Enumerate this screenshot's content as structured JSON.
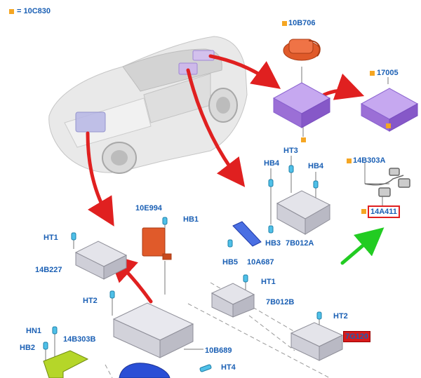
{
  "legend": {
    "text": "= 10C830",
    "color": "#f5a623"
  },
  "labels": {
    "b10B706": "10B706",
    "b17005": "17005",
    "b14B303A": "14B303A",
    "b14A411": "14A411",
    "hb4a": "HB4",
    "ht3": "HT3",
    "hb4b": "HB4",
    "e10E994": "10E994",
    "hb1": "HB1",
    "ht1a": "HT1",
    "b14B227": "14B227",
    "hb3": "HB3",
    "b7B012A": "7B012A",
    "hb5": "HB5",
    "b10A687": "10A687",
    "ht1b": "HT1",
    "b7B012B": "7B012B",
    "ht2a": "HT2",
    "ht2b": "HT2",
    "hn1": "HN1",
    "hb2": "HB2",
    "b14B303B": "14B303B",
    "b10B689": "10B689",
    "ht4": "HT4",
    "b7G120": "7G120"
  },
  "colors": {
    "label_blue": "#1a5fb4",
    "arrow_red": "#e02020",
    "arrow_green": "#22cc22",
    "module_purple": "#9b6fd6",
    "component_red": "#e05a2a",
    "component_green": "#b5d629",
    "component_blue": "#2a4fd6"
  }
}
